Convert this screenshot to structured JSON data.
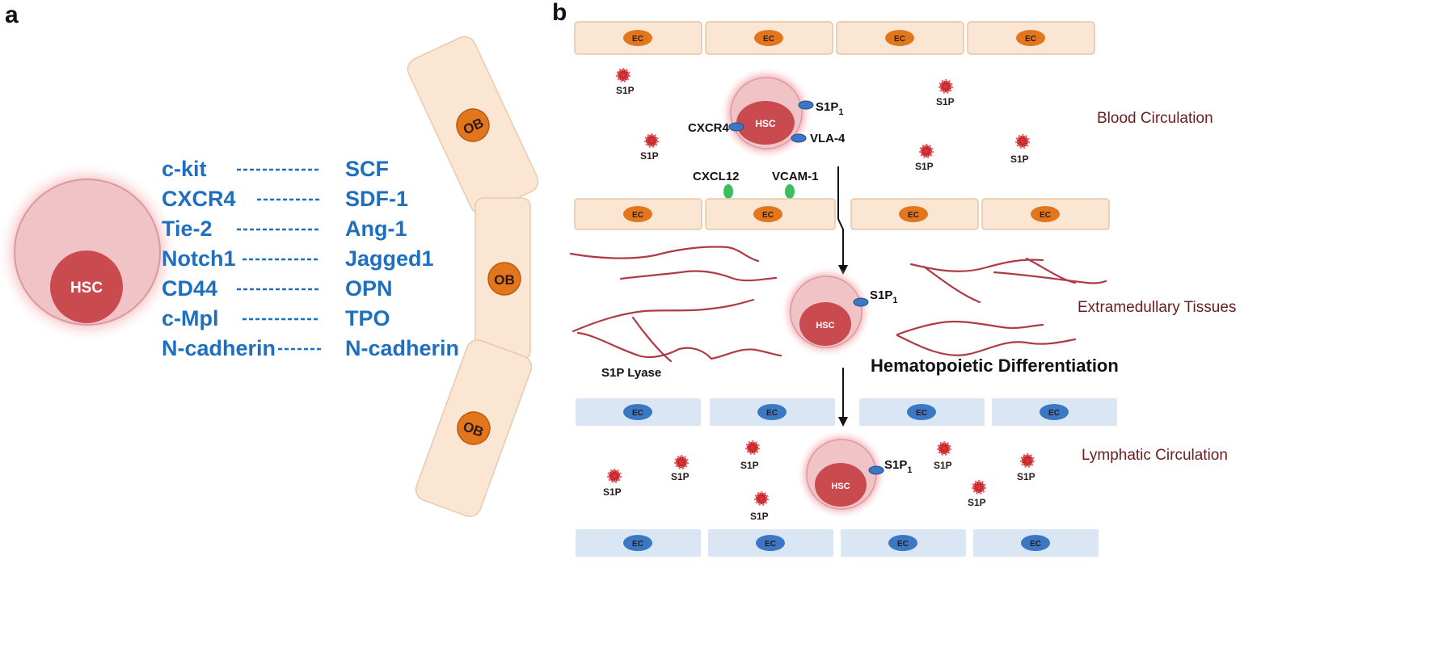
{
  "panel_a": {
    "label": "a",
    "hsc_label": "HSC",
    "ob_label": "OB",
    "receptors": [
      "c-kit",
      "CXCR4",
      "Tie-2",
      "Notch1",
      "CD44",
      "c-Mpl",
      "N-cadherin"
    ],
    "ligands": [
      "SCF",
      "SDF-1",
      "Ang-1",
      "Jagged1",
      "OPN",
      "TPO",
      "N-cadherin"
    ]
  },
  "panel_b": {
    "label": "b",
    "ec_label": "EC",
    "hsc_label": "HSC",
    "s1p_label": "S1P",
    "s1p1_base": "S1P",
    "s1p1_sub": "1",
    "cxcr4": "CXCR4",
    "vla4": "VLA-4",
    "cxcl12": "CXCL12",
    "vcam1": "VCAM-1",
    "s1p_lyase": "S1P Lyase",
    "hematopoietic_differentiation": "Hematopoietic Differentiation",
    "regions": {
      "blood": "Blood Circulation",
      "extramedullary": "Extramedullary Tissues",
      "lymphatic": "Lymphatic Circulation"
    }
  },
  "colors": {
    "blue_text": "#1f6fbf",
    "hsc_nucleus": "#c94a4f",
    "hsc_cell": "#f0c3c6",
    "ob_cell": "#fbe5d3",
    "ob_nucleus": "#e2761c",
    "blood_ec": "#fbe5d3",
    "lymph_ec": "#dbe6f5",
    "lymph_nucleus": "#3a78c4",
    "fiber": "#b03a43",
    "s1p": "#c8262d",
    "region_text": "#6b1d1d"
  }
}
